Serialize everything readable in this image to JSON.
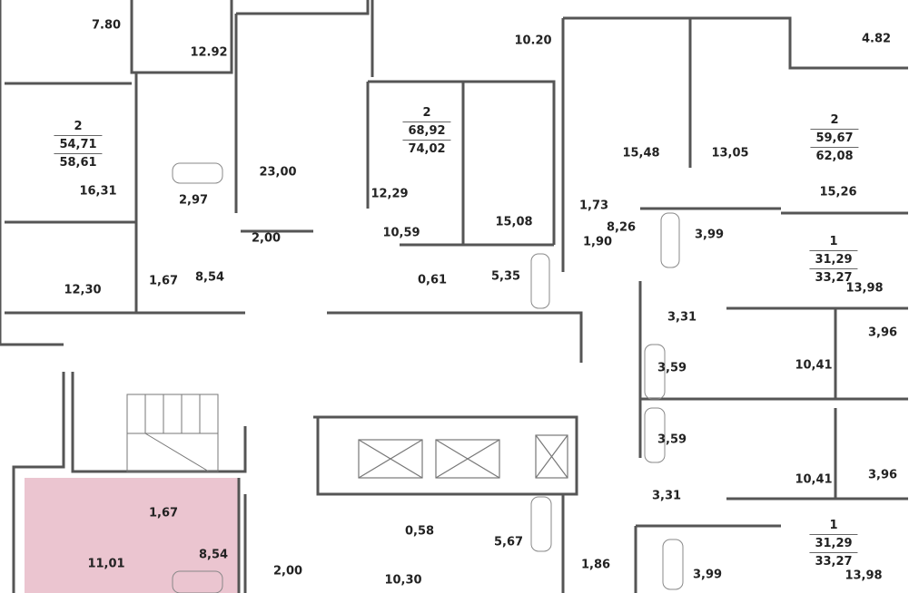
{
  "highlight_color": "#ebc5d0",
  "wall_color": "#555555",
  "rooms": [
    "7.80",
    "12.92",
    "10.20",
    "4.82",
    "16,31",
    "2,97",
    "23,00",
    "12,29",
    "10,59",
    "15,08",
    "15,48",
    "13,05",
    "15,26",
    "1,73",
    "8,26",
    "1,90",
    "3,99",
    "13,98",
    "2,00",
    "12,30",
    "1,67",
    "8,54",
    "0,61",
    "5,35",
    "3,31",
    "3,59",
    "10,41",
    "3,96",
    "3,59",
    "10,41",
    "3,96",
    "3,31",
    "13,98",
    "1,67",
    "8,54",
    "11,01",
    "0,58",
    "5,67",
    "2,00",
    "10,30",
    "1,86",
    "3,99"
  ],
  "apartments": [
    {
      "rooms": "2",
      "living_area": "54,71",
      "total_area": "58,61"
    },
    {
      "rooms": "2",
      "living_area": "68,92",
      "total_area": "74,02"
    },
    {
      "rooms": "2",
      "living_area": "59,67",
      "total_area": "62,08"
    },
    {
      "rooms": "1",
      "living_area": "31,29",
      "total_area": "33,27"
    },
    {
      "rooms": "1",
      "living_area": "31,29",
      "total_area": "33,27"
    }
  ]
}
